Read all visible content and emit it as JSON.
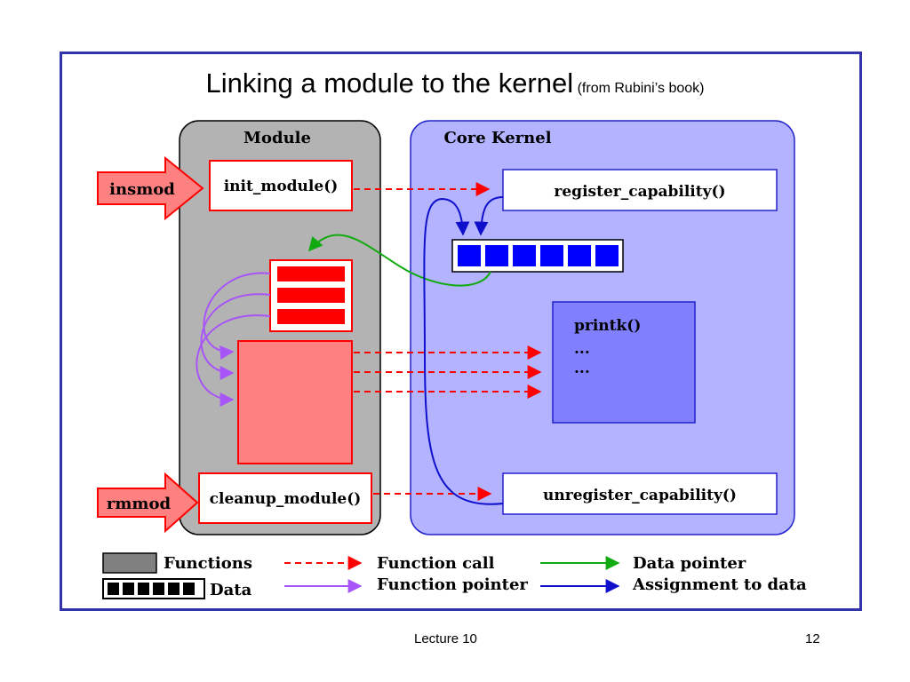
{
  "slide": {
    "title": "Linking a module to the kernel",
    "subtitle": "(from Rubini’s book)",
    "footer_center": "Lecture 10",
    "page_number": "12"
  },
  "diagram": {
    "module_label": "Module",
    "kernel_label": "Core Kernel",
    "insmod": "insmod",
    "rmmod": "rmmod",
    "init_module": "init_module()",
    "cleanup_module": "cleanup_module()",
    "register_capability": "register_capability()",
    "unregister_capability": "unregister_capability()",
    "printk_lines": [
      "printk()",
      "...",
      "..."
    ]
  },
  "legend": {
    "functions": "Functions",
    "data": "Data",
    "function_call": "Function call",
    "function_pointer": "Function pointer",
    "data_pointer": "Data pointer",
    "assignment_to_data": "Assignment to data"
  },
  "colors": {
    "frame": "#3333aa",
    "module_panel": "#b3b3b3",
    "kernel_panel": "#b3b3ff",
    "kernel_border": "#2222cc",
    "red_box": "#ff8080",
    "red": "#ff0000",
    "blue_data": "#0000ff",
    "printk_box": "#8080ff",
    "purple": "#a855f7",
    "green": "#11aa11",
    "dark_blue": "#1010cc"
  }
}
